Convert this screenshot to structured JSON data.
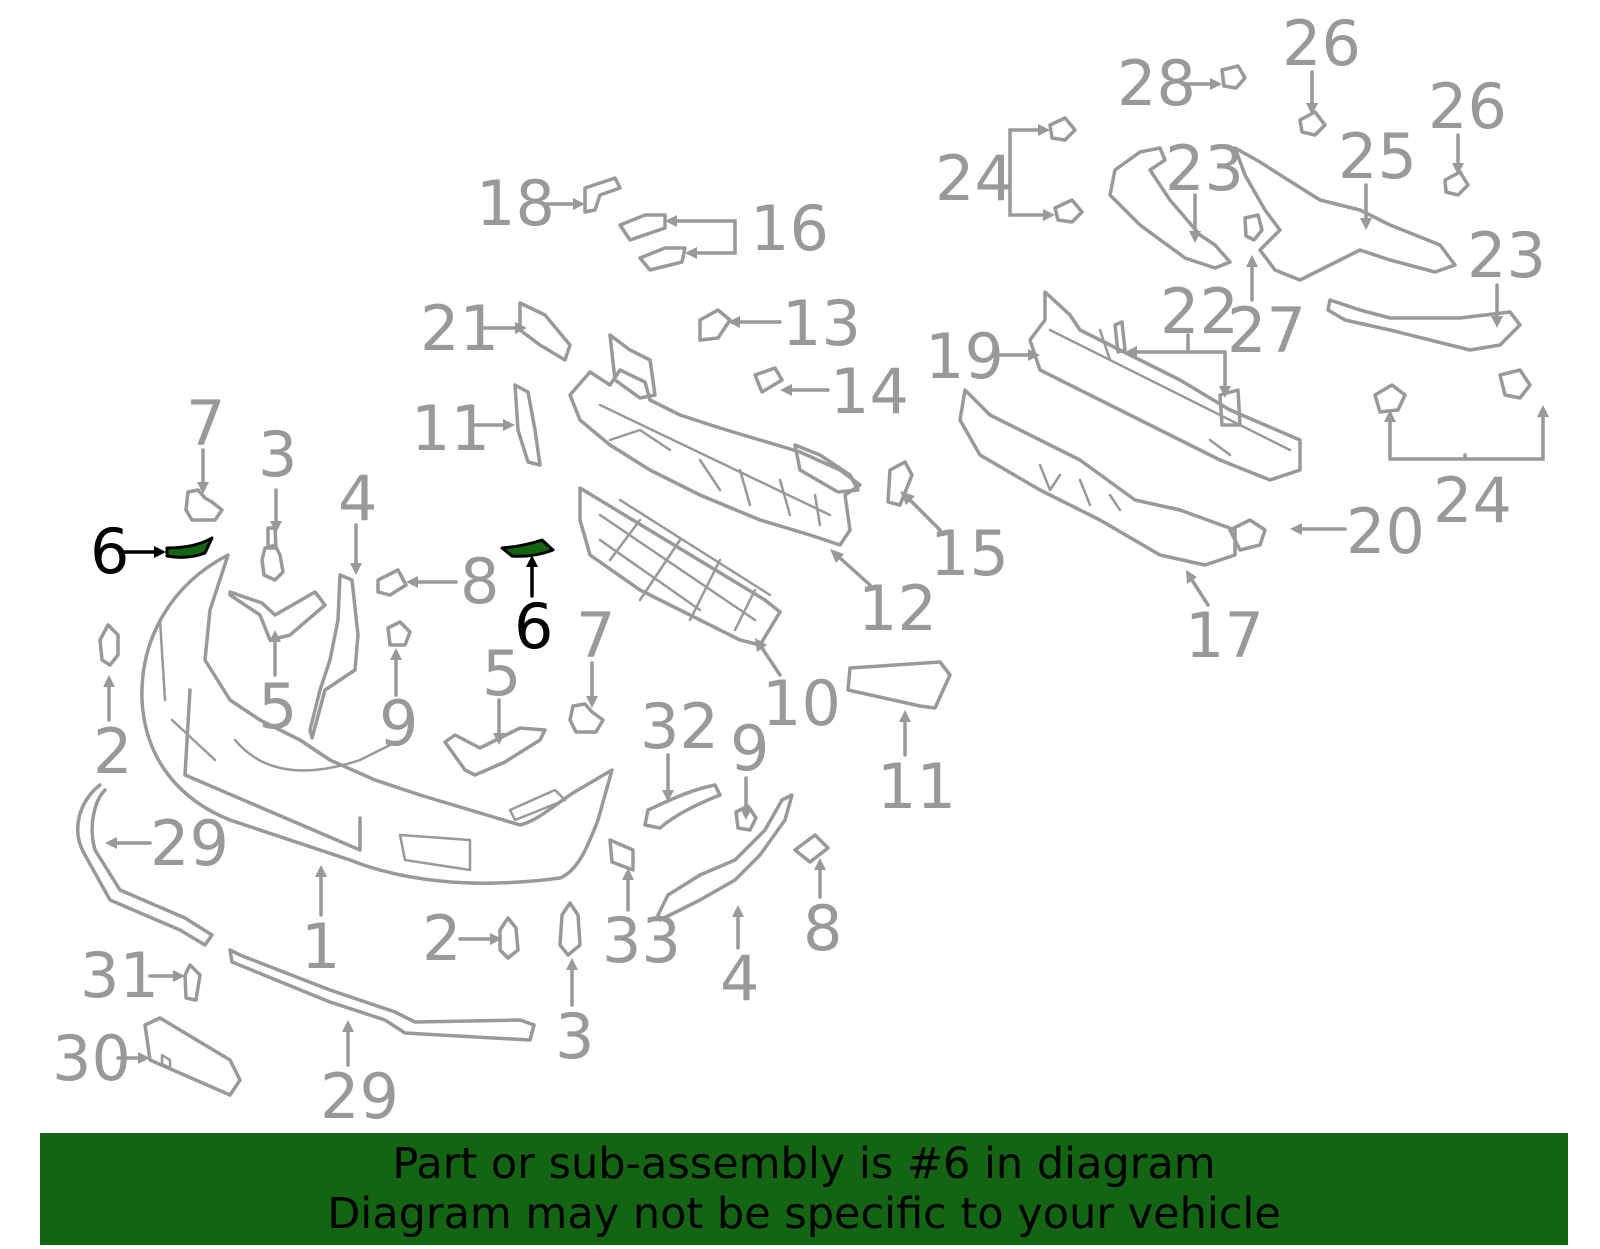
{
  "highlight_color": "#136513",
  "part_color": "#999999",
  "callouts": {
    "c1": "1",
    "c2a": "2",
    "c2b": "2",
    "c3a": "3",
    "c3b": "3",
    "c4a": "4",
    "c4b": "4",
    "c5a": "5",
    "c5b": "5",
    "c6a": "6",
    "c6b": "6",
    "c7a": "7",
    "c7b": "7",
    "c8a": "8",
    "c8b": "8",
    "c9a": "9",
    "c9b": "9",
    "c10": "10",
    "c11a": "11",
    "c11b": "11",
    "c12": "12",
    "c13": "13",
    "c14": "14",
    "c15": "15",
    "c16": "16",
    "c17": "17",
    "c18": "18",
    "c19": "19",
    "c20": "20",
    "c21": "21",
    "c22": "22",
    "c23a": "23",
    "c23b": "23",
    "c24a": "24",
    "c24b": "24",
    "c25": "25",
    "c26a": "26",
    "c26b": "26",
    "c27": "27",
    "c28": "28",
    "c29a": "29",
    "c29b": "29",
    "c30": "30",
    "c31": "31",
    "c32": "32",
    "c33": "33"
  },
  "banner": {
    "line1": "Part or sub-assembly is #6 in diagram",
    "line2": "Diagram may not be specific to your vehicle"
  }
}
